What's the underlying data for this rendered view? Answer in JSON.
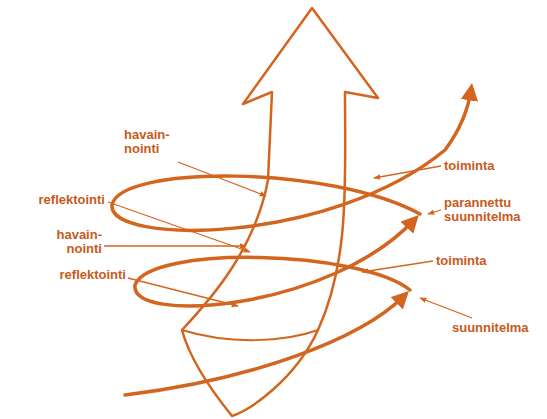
{
  "diagram": {
    "labels": [
      "havain- nointi",
      "reflektointi",
      "havain- nointi",
      "reflektointi",
      "toiminta",
      "parannettu suunnitelma",
      "toiminta",
      "suunnitelma"
    ]
  }
}
